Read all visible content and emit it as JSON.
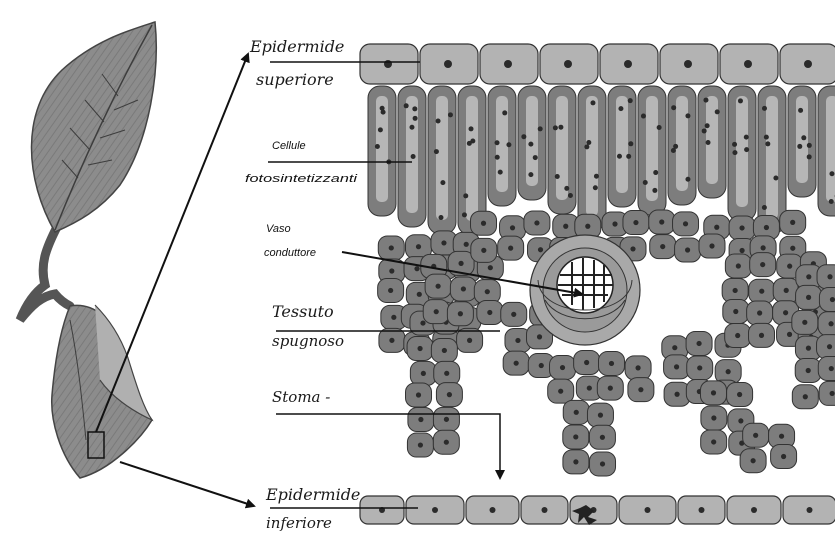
{
  "labels": {
    "epidermide_superiore_1": "Epidermide",
    "epidermide_superiore_2": "superiore",
    "cellule_1": "Cellule",
    "cellule_2": "fotosintetizzanti",
    "vaso_1": "Vaso",
    "vaso_2": "conduttore",
    "tessuto_1": "Tessuto",
    "tessuto_2": "spugnoso",
    "stoma": "Stoma -",
    "epidermide_inferiore_1": "Epidermide",
    "epidermide_inferiore_2": "inferiore"
  },
  "colors": {
    "leaf_fill": "#8c8c8c",
    "cell_fill": "#b3b3b3",
    "cell_dark": "#7d7d7d",
    "nucleus": "#2b2b2b",
    "line": "#111111",
    "background": "#ffffff"
  }
}
